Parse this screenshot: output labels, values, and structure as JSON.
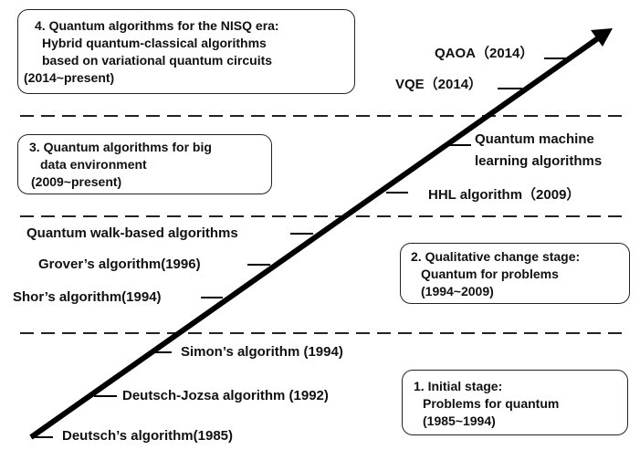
{
  "stages": [
    {
      "id": "nisq",
      "lines": [
        "4. Quantum algorithms for the NISQ era:",
        "Hybrid quantum-classical algorithms",
        "based on variational quantum circuits",
        "(2014~present)"
      ]
    },
    {
      "id": "big-data",
      "lines": [
        "3. Quantum algorithms for big",
        "data environment",
        "(2009~present)"
      ]
    },
    {
      "id": "qualitative",
      "lines": [
        "2. Qualitative change stage:",
        "Quantum for problems",
        "(1994~2009)"
      ]
    },
    {
      "id": "initial",
      "lines": [
        "1. Initial stage:",
        "Problems for quantum",
        "(1985~1994)"
      ]
    }
  ],
  "algorithms": {
    "qaoa": "QAOA（2014）",
    "vqe": "VQE（2014）",
    "qml_line1": "Quantum machine",
    "qml_line2": "learning algorithms",
    "hhl": "HHL algorithm（2009）",
    "quantum_walk": "Quantum walk-based algorithms",
    "grover": "Grover’s algorithm(1996)",
    "shor": "Shor’s algorithm(1994)",
    "simon": "Simon’s algorithm (1994)",
    "deutsch_jozsa": "Deutsch-Jozsa  algorithm (1992)",
    "deutsch": "Deutsch’s algorithm(1985)"
  },
  "colors": {
    "arrow": "#000000",
    "text": "#111111",
    "divider": "#222222"
  }
}
